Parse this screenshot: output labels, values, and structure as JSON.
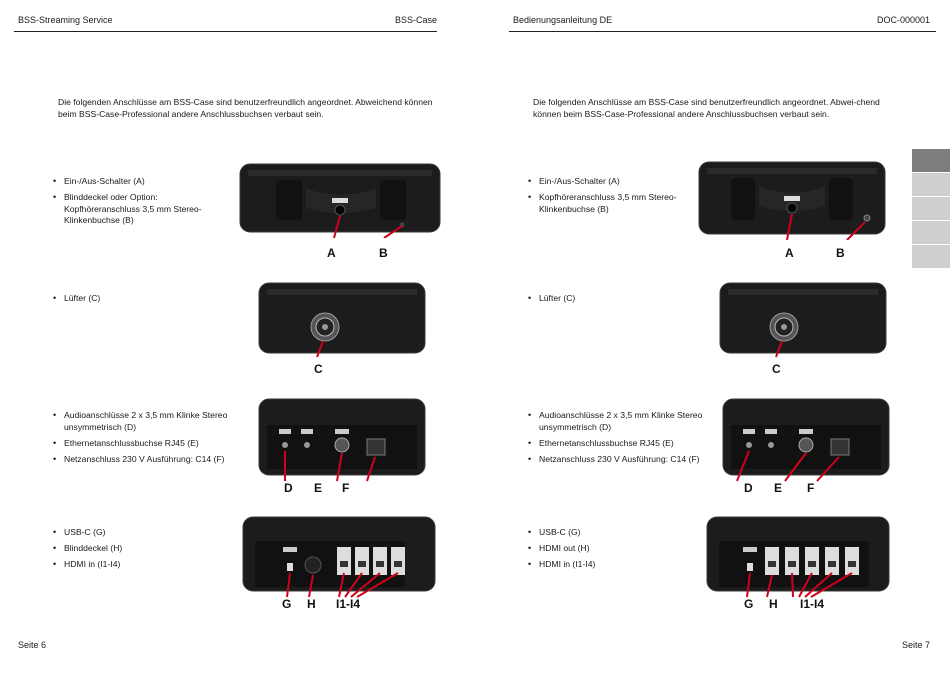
{
  "left": {
    "header_left": "BSS-Streaming Service",
    "header_right": "BSS-Case",
    "intro": "Die folgenden Anschlüsse am BSS-Case sind benutzerfreundlich angeordnet. Abweichend können beim BSS-Case-Professional andere Anschlussbuchsen verbaut sein.",
    "groups": [
      {
        "items": [
          "Ein-/Aus-Schalter (A)",
          "Blinddeckel oder Option: Kopfhöreranschluss 3,5 mm Stereo-Klinkenbuchse (B)"
        ],
        "callouts": [
          "A",
          "B"
        ]
      },
      {
        "items": [
          "Lüfter (C)"
        ],
        "callouts": [
          "C"
        ]
      },
      {
        "items": [
          "Audioanschlüsse 2 x 3,5 mm Klinke Stereo unsymmetrisch (D)",
          "Ethernetanschlussbuchse RJ45 (E)",
          "Netzanschluss 230 V Ausführung: C14 (F)"
        ],
        "callouts": [
          "D",
          "E",
          "F"
        ]
      },
      {
        "items": [
          "USB-C (G)",
          "Blinddeckel (H)",
          "HDMI in (I1-I4)"
        ],
        "callouts": [
          "G",
          "H",
          "I1-I4"
        ]
      }
    ],
    "footer": "Seite 6"
  },
  "right": {
    "header_left": "Bedienungsanleitung DE",
    "header_right": "DOC-000001",
    "intro": "Die folgenden Anschlüsse am BSS-Case sind benutzerfreundlich angeordnet. Abwei-chend können beim BSS-Case-Professional andere Anschlussbuchsen verbaut sein.",
    "groups": [
      {
        "items": [
          "Ein-/Aus-Schalter (A)",
          "Kopfhöreranschluss 3,5 mm Stereo-Klinkenbuchse (B)"
        ],
        "callouts": [
          "A",
          "B"
        ]
      },
      {
        "items": [
          "Lüfter (C)"
        ],
        "callouts": [
          "C"
        ]
      },
      {
        "items": [
          "Audioanschlüsse 2 x 3,5 mm Klinke Stereo unsymmetrisch (D)",
          "Ethernetanschlussbuchse RJ45 (E)",
          "Netzanschluss 230 V Ausführung: C14 (F)"
        ],
        "callouts": [
          "D",
          "E",
          "F"
        ]
      },
      {
        "items": [
          "USB-C (G)",
          "HDMI out (H)",
          "HDMI in (I1-I4)"
        ],
        "callouts": [
          "G",
          "H",
          "I1-I4"
        ]
      }
    ],
    "footer": "Seite 7"
  },
  "colors": {
    "case": "#1c1c1c",
    "case_edge": "#3a3a3a",
    "panel": "#111111",
    "arrow": "#d0021b",
    "tab": "#cfcfcf",
    "tab_active": "#7d7d7d"
  }
}
